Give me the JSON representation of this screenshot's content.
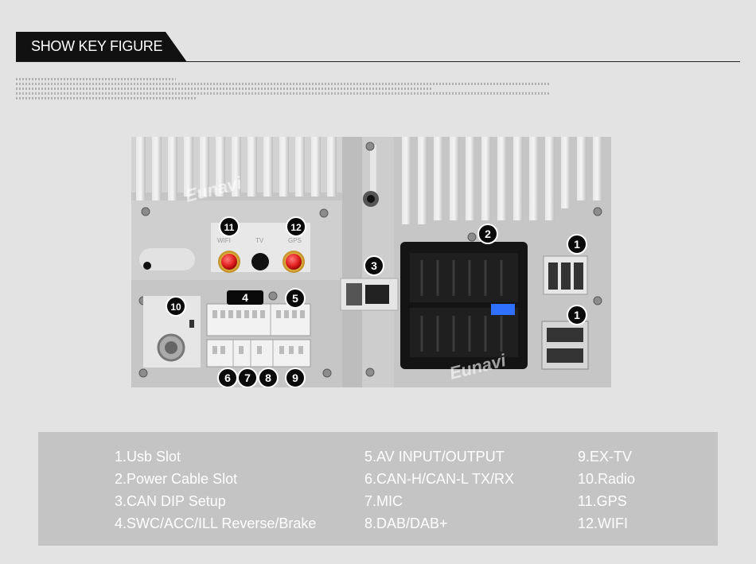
{
  "header": {
    "title": "SHOW KEY FIGURE"
  },
  "photo": {
    "watermark": "Eunavi",
    "port_labels": {
      "wifi": "WIFI",
      "tv": "TV",
      "gps": "GPS"
    },
    "callouts": [
      "1",
      "1",
      "2",
      "3",
      "4",
      "5",
      "6",
      "7",
      "8",
      "9",
      "10",
      "11",
      "12"
    ]
  },
  "legend": {
    "col1": [
      "1.Usb Slot",
      "2.Power Cable Slot",
      "3.CAN DIP Setup",
      "4.SWC/ACC/ILL Reverse/Brake"
    ],
    "col2": [
      "5.AV INPUT/OUTPUT",
      "6.CAN-H/CAN-L TX/RX",
      "7.MIC",
      "8.DAB/DAB+"
    ],
    "col3": [
      "9.EX-TV",
      "10.Radio",
      "11.GPS",
      "12.WIFI"
    ]
  }
}
